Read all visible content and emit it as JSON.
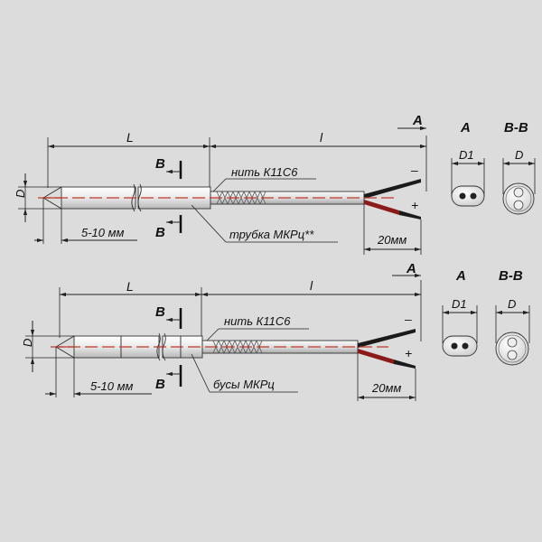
{
  "diagrams": [
    {
      "dim_L": "L",
      "dim_l": "l",
      "dim_D": "D",
      "dim_tip": "5-10 мм",
      "dim_lead": "20мм",
      "section_mark": "B",
      "view_mark": "A",
      "label_thread": "нить К11С6",
      "label_insulator": "трубка МКРц**",
      "minus": "–",
      "plus": "+",
      "view_A_title": "A",
      "view_A_dim": "D1",
      "view_BB_title": "B-B",
      "view_BB_dim": "D"
    },
    {
      "dim_L": "L",
      "dim_l": "l",
      "dim_D": "D",
      "dim_tip": "5-10 мм",
      "dim_lead": "20мм",
      "section_mark": "B",
      "view_mark": "A",
      "label_thread": "нить К11С6",
      "label_insulator": "бусы МКРц",
      "minus": "–",
      "plus": "+",
      "view_A_title": "A",
      "view_A_dim": "D1",
      "view_BB_title": "B-B",
      "view_BB_dim": "D"
    }
  ],
  "colors": {
    "background": "#dcdcdc",
    "axis_line": "#c0392b",
    "lead_plus": "#8b1a1a",
    "lead_minus": "#1a1a1a"
  }
}
